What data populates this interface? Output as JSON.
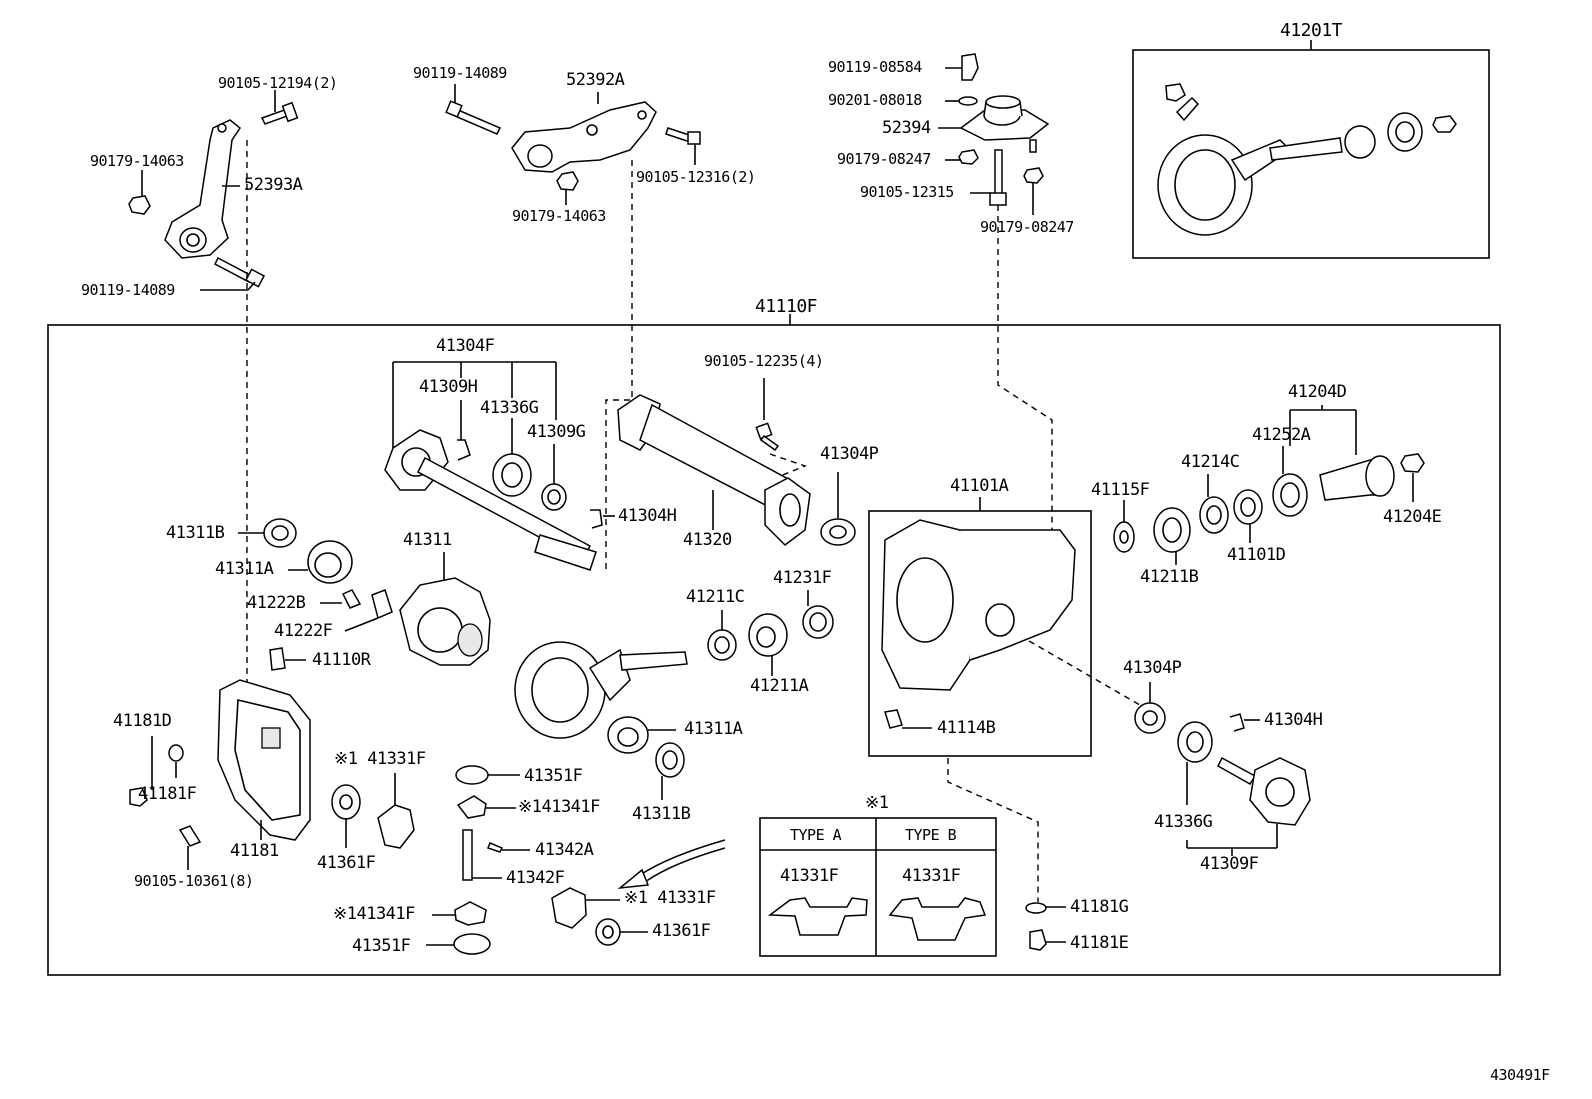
{
  "diagram": {
    "reference_number": "430491F",
    "assembly_label": "41110F",
    "inset_label": "41201T",
    "note_mark": "※1",
    "type_a": "TYPE A",
    "type_b": "TYPE B",
    "callouts": {
      "c_90105_12194": "90105-12194(2)",
      "c_90179_14063_a": "90179-14063",
      "c_52393A": "52393A",
      "c_90119_14089_a": "90119-14089",
      "c_90119_14089_b": "90119-14089",
      "c_52392A": "52392A",
      "c_90105_12316": "90105-12316(2)",
      "c_90179_14063_b": "90179-14063",
      "c_90119_08584": "90119-08584",
      "c_90201_08018": "90201-08018",
      "c_52394": "52394",
      "c_90179_08247_a": "90179-08247",
      "c_90105_12315": "90105-12315",
      "c_90179_08247_b": "90179-08247",
      "c_41304F": "41304F",
      "c_41309H": "41309H",
      "c_41336G_a": "41336G",
      "c_41309G": "41309G",
      "c_41304H_a": "41304H",
      "c_41320": "41320",
      "c_90105_12235": "90105-12235(4)",
      "c_41304P_a": "41304P",
      "c_41311B_a": "41311B",
      "c_41311A_a": "41311A",
      "c_41311": "41311",
      "c_41222B": "41222B",
      "c_41222F": "41222F",
      "c_41110R": "41110R",
      "c_41211C": "41211C",
      "c_41231F": "41231F",
      "c_41211A": "41211A",
      "c_41311A_b": "41311A",
      "c_41311B_b": "41311B",
      "c_41101A": "41101A",
      "c_41114B": "41114B",
      "c_41115F": "41115F",
      "c_41214C": "41214C",
      "c_41252A": "41252A",
      "c_41204D": "41204D",
      "c_41204E": "41204E",
      "c_41211B": "41211B",
      "c_41101D": "41101D",
      "c_41304P_b": "41304P",
      "c_41304H_b": "41304H",
      "c_41336G_b": "41336G",
      "c_41309F": "41309F",
      "c_41181D": "41181D",
      "c_41181F": "41181F",
      "c_41181": "41181",
      "c_90105_10361": "90105-10361(8)",
      "c_41331F_a": "※1 41331F",
      "c_41361F_a": "41361F",
      "c_41351F_a": "41351F",
      "c_41341F_a": "※141341F",
      "c_41342A": "41342A",
      "c_41342F": "41342F",
      "c_41331F_b": "※1 41331F",
      "c_41341F_b": "※141341F",
      "c_41361F_b": "41361F",
      "c_41351F_b": "41351F",
      "c_41331F_ta": "41331F",
      "c_41331F_tb": "41331F",
      "c_41181G": "41181G",
      "c_41181E": "41181E"
    }
  }
}
